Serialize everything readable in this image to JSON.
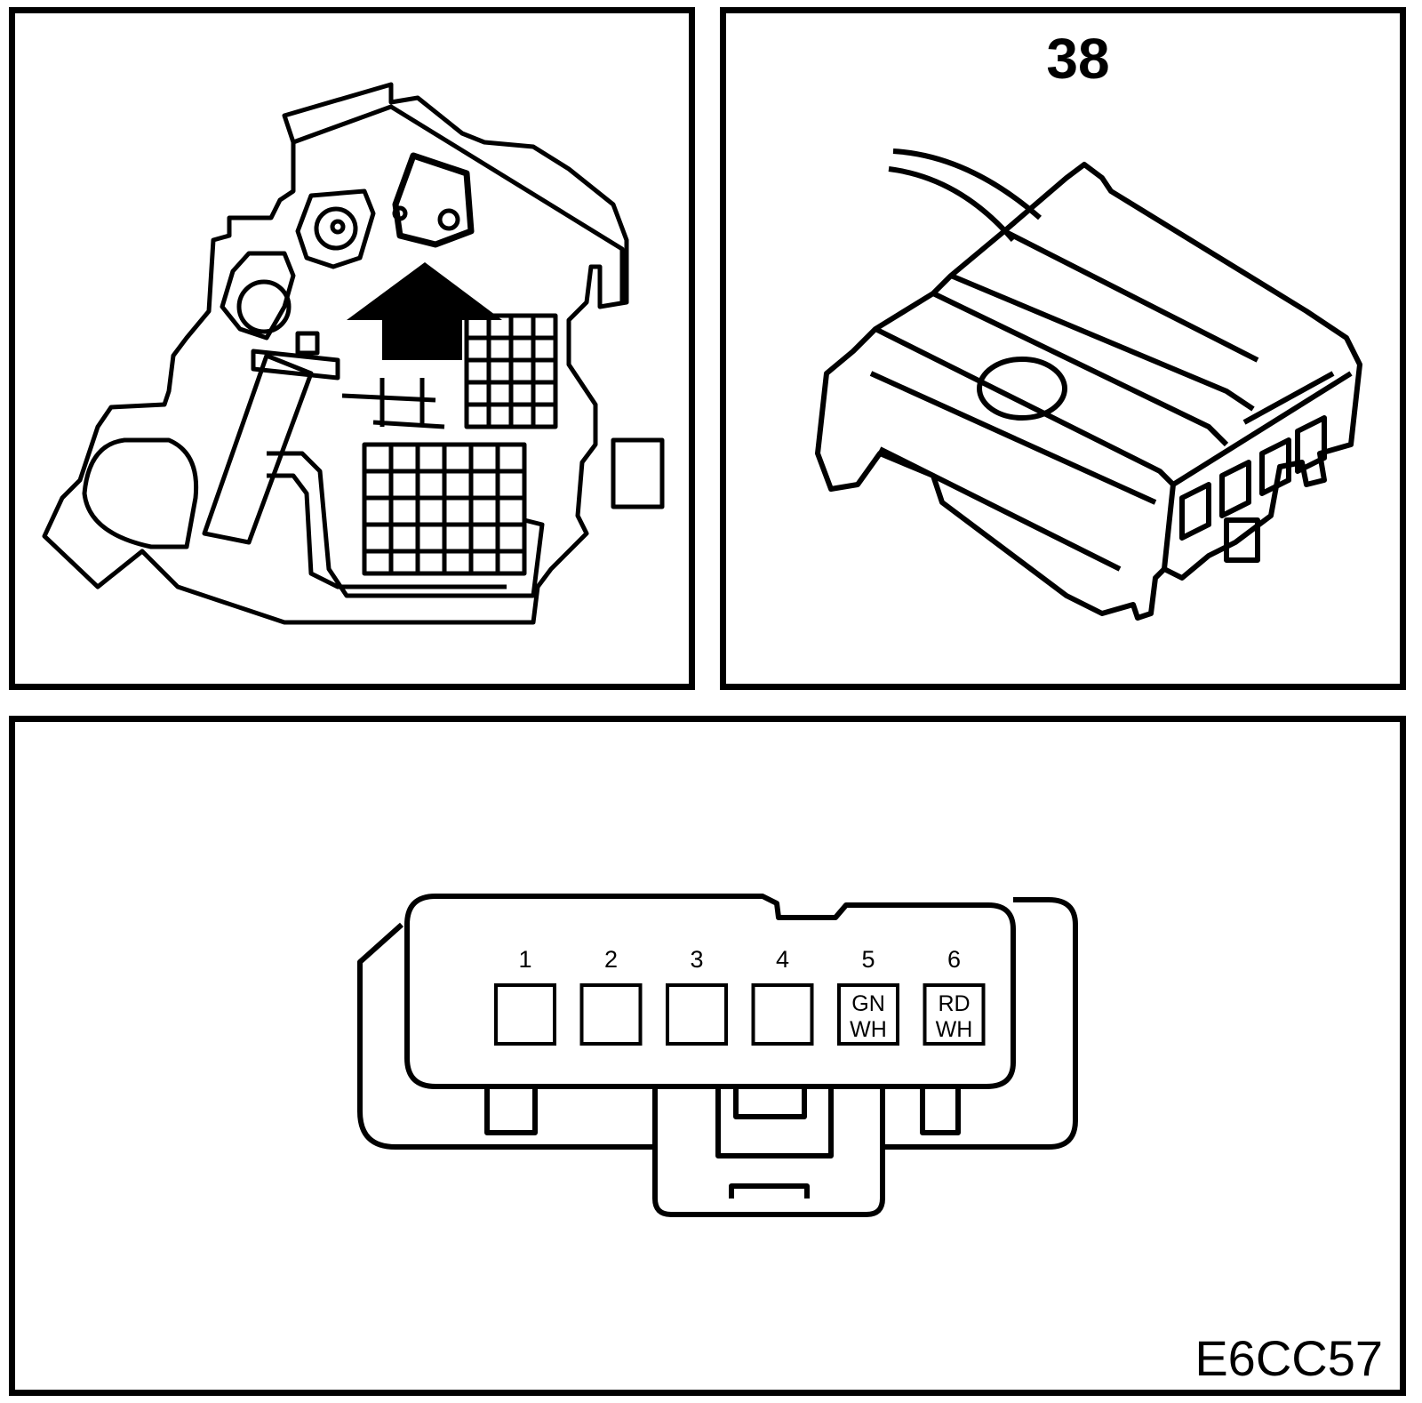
{
  "connector": {
    "number": "38",
    "pins": [
      {
        "number": "1",
        "wire_color_top": "",
        "wire_color_bottom": ""
      },
      {
        "number": "2",
        "wire_color_top": "",
        "wire_color_bottom": ""
      },
      {
        "number": "3",
        "wire_color_top": "",
        "wire_color_bottom": ""
      },
      {
        "number": "4",
        "wire_color_top": "",
        "wire_color_bottom": ""
      },
      {
        "number": "5",
        "wire_color_top": "GN",
        "wire_color_bottom": "WH"
      },
      {
        "number": "6",
        "wire_color_top": "RD",
        "wire_color_bottom": "WH"
      }
    ]
  },
  "figure_code": "E6CC57"
}
